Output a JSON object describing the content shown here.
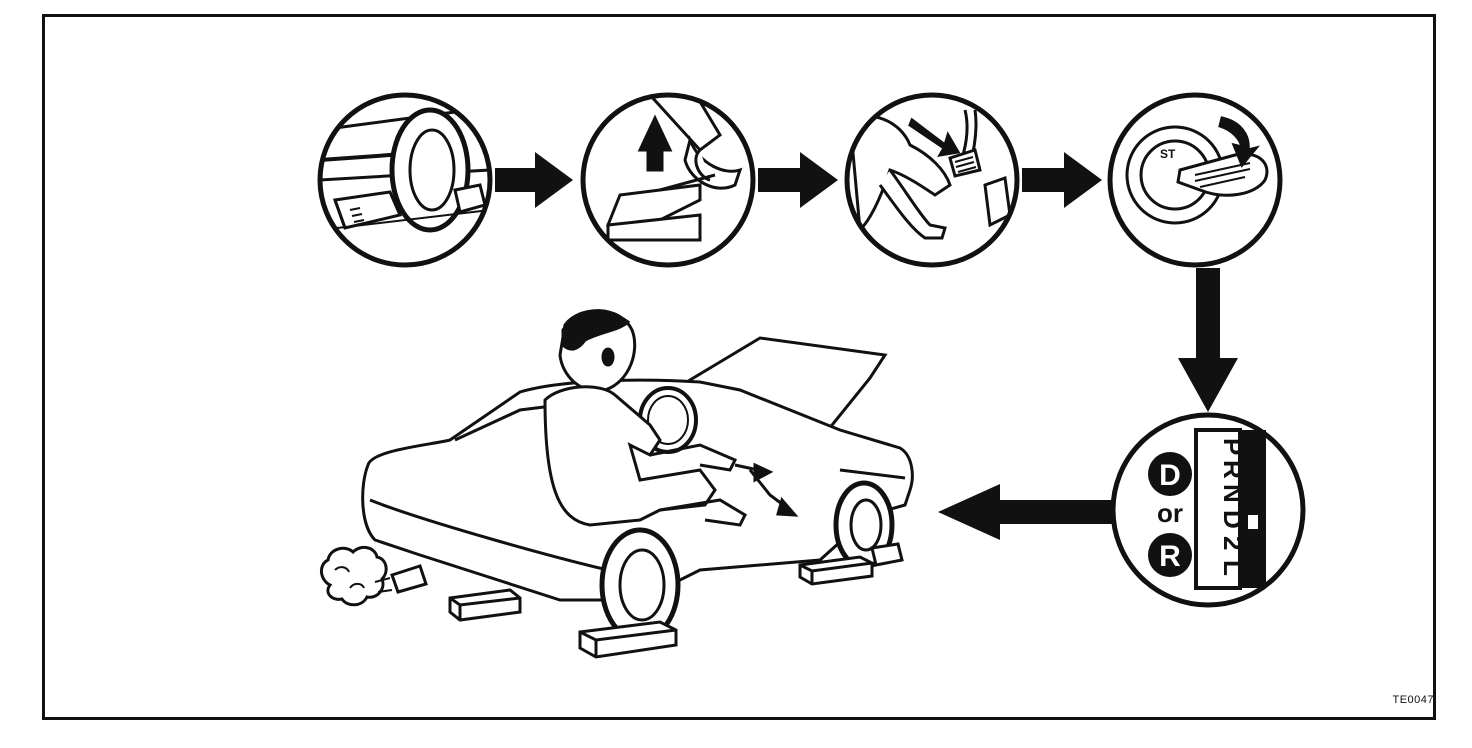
{
  "figure_code": "TE0047",
  "shift_panel": {
    "gates": [
      "P",
      "R",
      "N",
      "D",
      "2",
      "L"
    ],
    "choice_top": "D",
    "choice_or": "or",
    "choice_bottom": "R"
  },
  "colors": {
    "ink": "#111111",
    "paper": "#ffffff"
  }
}
